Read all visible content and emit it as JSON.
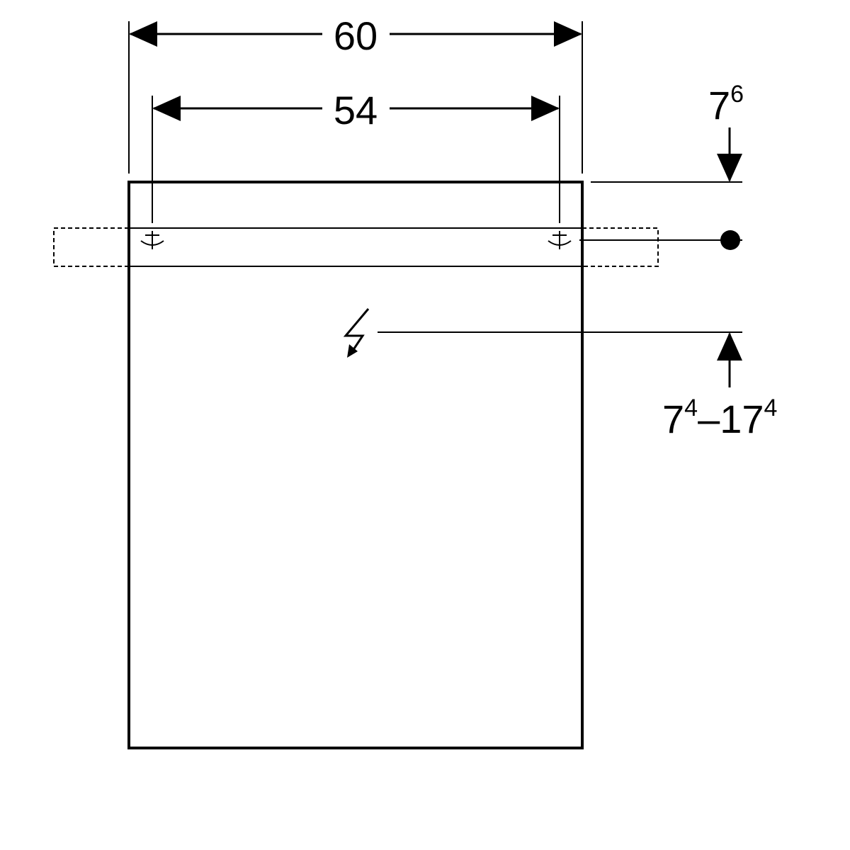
{
  "dimensions": {
    "overall_width": "60",
    "mounting_width": "54",
    "top_offset": {
      "base": "7",
      "sup": "6"
    },
    "outlet_range": {
      "from_base": "7",
      "from_sup": "4",
      "dash": "–",
      "to_base": "17",
      "to_sup": "4"
    }
  },
  "colors": {
    "stroke": "#000000",
    "background": "#ffffff"
  },
  "icons": {
    "electrical": "lightning-bolt-icon",
    "water_connection": "filled-circle-icon",
    "mounting_points": "mounting-cross-icon"
  }
}
